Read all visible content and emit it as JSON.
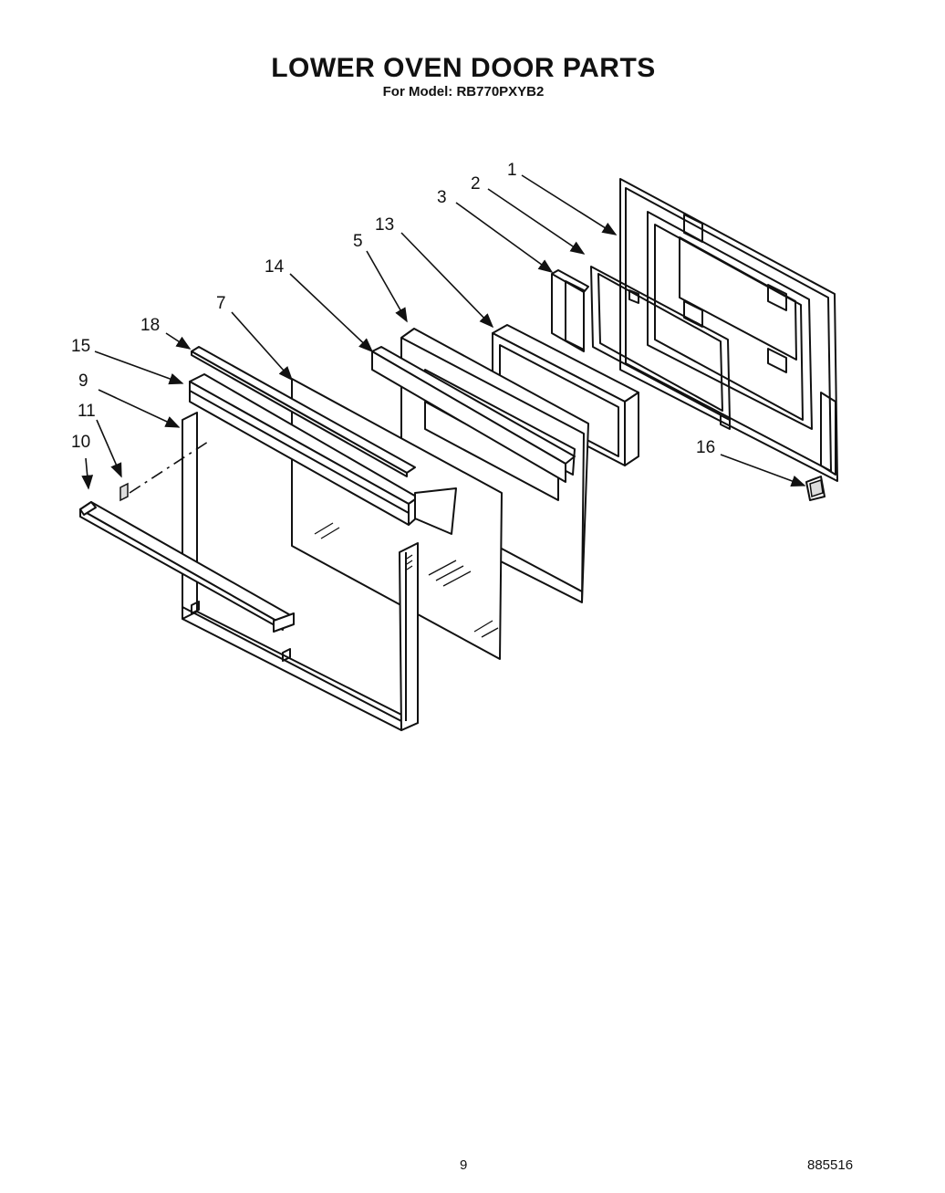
{
  "header": {
    "title": "LOWER OVEN DOOR PARTS",
    "subtitle": "For Model: RB770PXYB2"
  },
  "callouts": [
    {
      "id": "1",
      "label": "1"
    },
    {
      "id": "2",
      "label": "2"
    },
    {
      "id": "3",
      "label": "3"
    },
    {
      "id": "13",
      "label": "13"
    },
    {
      "id": "5",
      "label": "5"
    },
    {
      "id": "14",
      "label": "14"
    },
    {
      "id": "7",
      "label": "7"
    },
    {
      "id": "18",
      "label": "18"
    },
    {
      "id": "15",
      "label": "15"
    },
    {
      "id": "9",
      "label": "9"
    },
    {
      "id": "11",
      "label": "11"
    },
    {
      "id": "10",
      "label": "10"
    },
    {
      "id": "16",
      "label": "16"
    }
  ],
  "footer": {
    "page_number": "9",
    "doc_code": "885516"
  }
}
